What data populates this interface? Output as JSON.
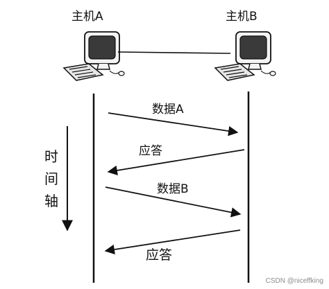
{
  "hosts": {
    "a": {
      "label": "主机A"
    },
    "b": {
      "label": "主机B"
    }
  },
  "messages": [
    {
      "label": "数据A",
      "direction": "A→B"
    },
    {
      "label": "应答",
      "direction": "B→A"
    },
    {
      "label": "数据B",
      "direction": "A→B"
    },
    {
      "label": "应答",
      "direction": "B→A"
    }
  ],
  "time_axis": {
    "chars": [
      "时",
      "间",
      "轴"
    ]
  },
  "credit": "CSDN @niceffking",
  "colors": {
    "ink": "#111111",
    "screen": "#3a3a3a",
    "case": "#f4f4f4"
  },
  "icons": {
    "host_a": "computer-icon",
    "host_b": "computer-icon"
  }
}
